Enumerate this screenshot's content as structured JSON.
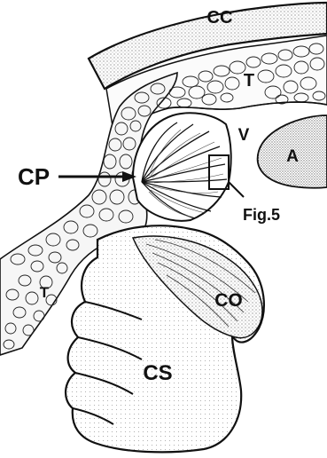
{
  "labels": {
    "cc": "CC",
    "t_upper": "T",
    "t_lower": "T",
    "v": "V",
    "a": "A",
    "cp": "CP",
    "fig5": "Fig.5",
    "co": "CO",
    "cs": "CS"
  },
  "colors": {
    "ink": "#111111",
    "background": "#ffffff",
    "stipple": "#8a8a8a",
    "fill_light": "#f4f4f4",
    "fill_mid": "#dcdcdc"
  }
}
